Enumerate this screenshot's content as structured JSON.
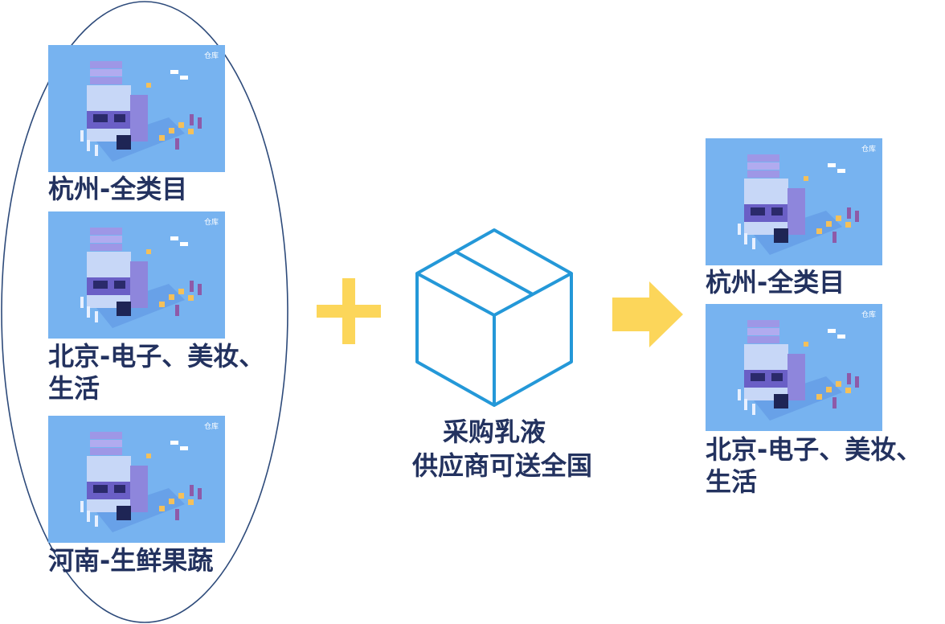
{
  "warehouses_left": [
    {
      "label": "杭州-全类目"
    },
    {
      "label_line1": "北京-电子、美妆、",
      "label_line2": "生活"
    },
    {
      "label": "河南-生鲜果蔬"
    }
  ],
  "center": {
    "line1": "采购乳液",
    "line2": "供应商可送全国"
  },
  "warehouses_right": [
    {
      "label": "杭州-全类目"
    },
    {
      "label_line1": "北京-电子、美妆、",
      "label_line2": "生活"
    }
  ],
  "thumb_tag": "仓库",
  "colors": {
    "label_text": "#23325f",
    "thumb_bg": "#77b3f0",
    "ellipse_stroke": "#2d4a7a",
    "plus": "#fcd65a",
    "arrow": "#fcd65a",
    "box_stroke": "#2498d8"
  }
}
